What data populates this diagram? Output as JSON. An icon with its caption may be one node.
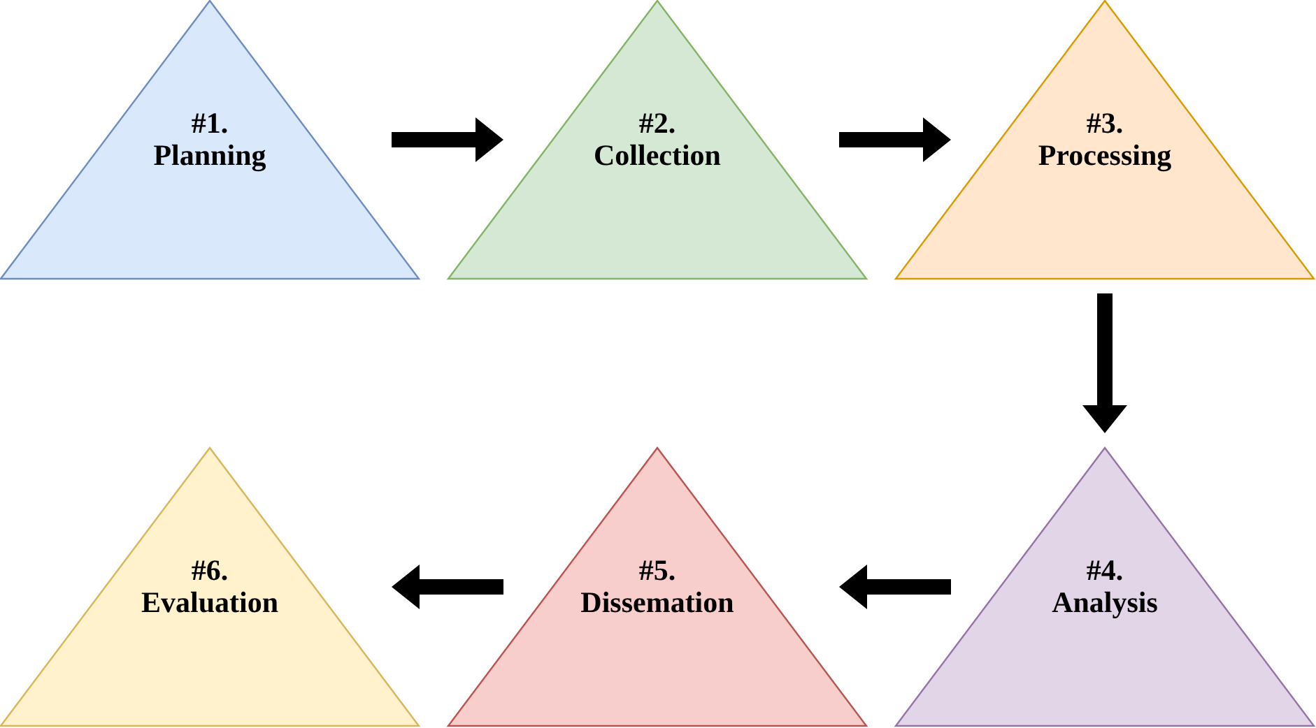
{
  "diagram": {
    "nodes": [
      {
        "text": [
          "#1. Planning"
        ]
      },
      {
        "text": [
          "#2. Collection"
        ]
      },
      {
        "text": [
          "#3. Processing"
        ]
      },
      {
        "text": [
          "#4. Analysis"
        ]
      },
      {
        "text": [
          "#5. Dissemation"
        ]
      },
      {
        "text": [
          "#6. Evaluation"
        ]
      }
    ],
    "edges": [
      {
        "from": 0,
        "to": 1,
        "arrow": "to"
      },
      {
        "from": 1,
        "to": 2,
        "arrow": "to"
      },
      {
        "from": 2,
        "to": 3,
        "arrow": "to"
      },
      {
        "from": 3,
        "to": 4,
        "arrow": "to"
      },
      {
        "from": 4,
        "to": 5,
        "arrow": "to"
      }
    ]
  }
}
